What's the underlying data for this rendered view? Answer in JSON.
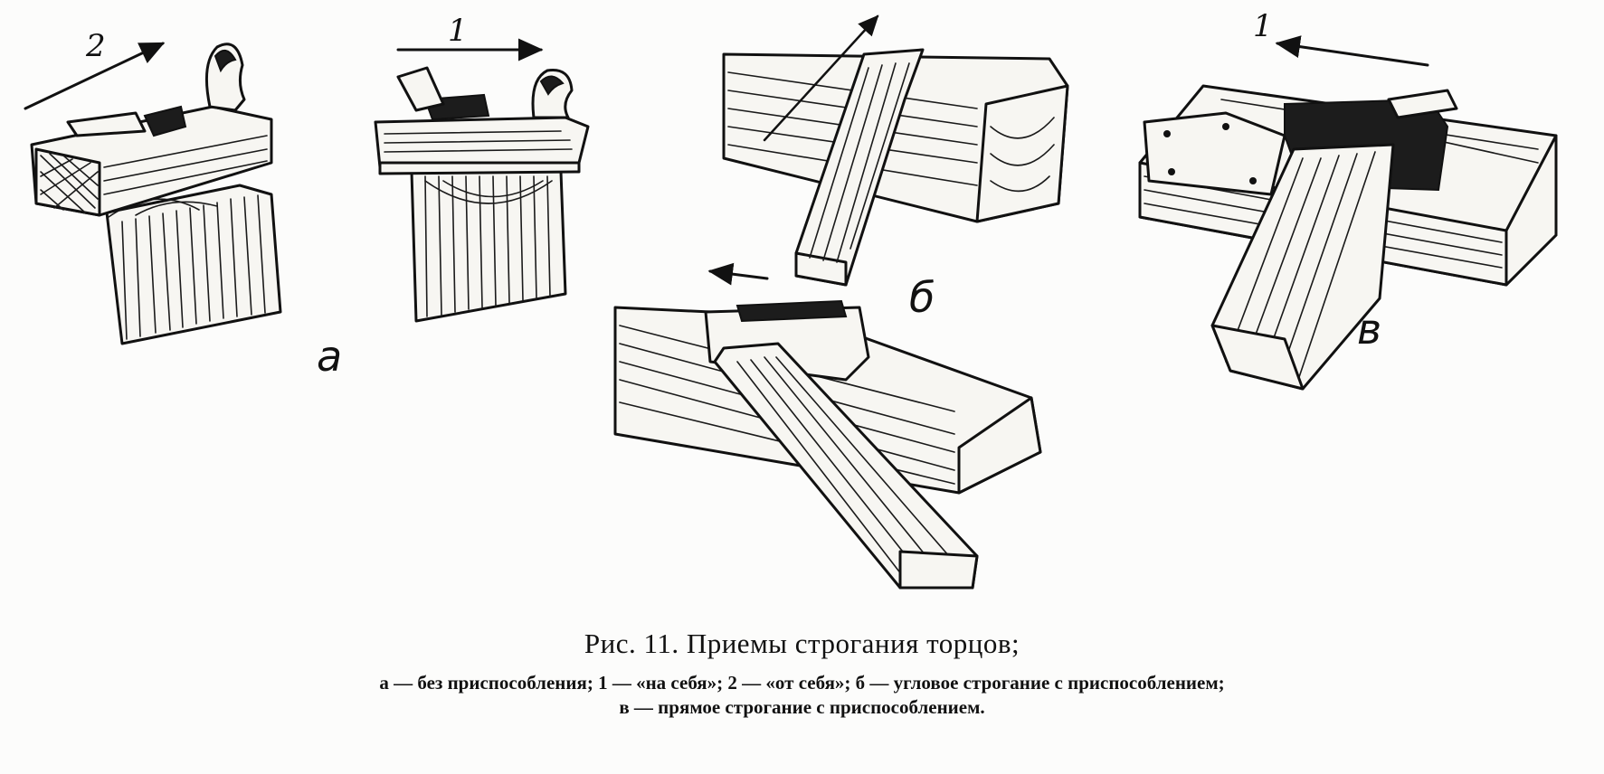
{
  "caption": {
    "title": "Рис. 11. Приемы строгания торцов;",
    "legend_line1": "а — без приспособления; 1 — «на себя»; 2 — «от себя»; б — угловое строгание с приспособлением;",
    "legend_line2": "в — прямое строгание с приспособлением."
  },
  "figure": {
    "labels": {
      "a": "а",
      "b": "б",
      "v": "в"
    },
    "direction_numbers": {
      "away": "2",
      "toward": "1",
      "v_arrow": "1"
    },
    "icons": [
      "arrow-right-icon",
      "arrow-left-icon",
      "arrow-diagonal-icon"
    ]
  }
}
